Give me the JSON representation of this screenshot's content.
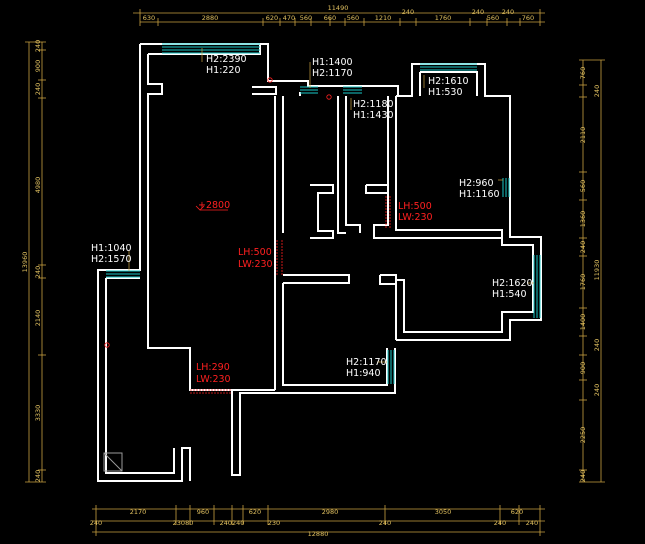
{
  "colors": {
    "background": "#000000",
    "wall": "#ffffff",
    "dimension": "#c8a040",
    "window": "#19c8c8",
    "annotation": "#ff2020"
  },
  "dims": {
    "top_total": "11490",
    "top": [
      "630",
      "2880",
      "620",
      "470",
      "560",
      "660",
      "560",
      "1210",
      "240",
      "1760",
      "240",
      "560",
      "240",
      "760"
    ],
    "bottom_total": "12880",
    "bottom_a": [
      "2170",
      "960",
      "620",
      "2980",
      "3050",
      "620"
    ],
    "bottom_b": [
      "240",
      "23080",
      "240240",
      "230",
      "240",
      "240",
      "240"
    ],
    "left_total": "13960",
    "left": [
      "240",
      "900",
      "240",
      "4980",
      "240",
      "2140",
      "3330",
      "240"
    ],
    "right_total": "11930",
    "right": [
      "760",
      "240",
      "2110",
      "560",
      "1360",
      "240",
      "1760",
      "1400",
      "240",
      "900",
      "240",
      "2250",
      "240"
    ]
  },
  "labels": {
    "w1a": "H2:2390",
    "w1b": "H1:220",
    "w2a": "H1:1400",
    "w2b": "H2:1170",
    "w3a": "H2:1610",
    "w3b": "H1:530",
    "w4a": "H2:1180",
    "w4b": "H1:1430",
    "w5a": "H2:960",
    "w5b": "H1:1160",
    "w6a": "H1:1040",
    "w6b": "H2:1570",
    "w7a": "H2:1620",
    "w7b": "H1:540",
    "w8a": "H2:1170",
    "w8b": "H1:940",
    "level": "+2800",
    "b1a": "LH:500",
    "b1b": "LW:230",
    "b2a": "LH:500",
    "b2b": "LW:230",
    "b3a": "LH:290",
    "b3b": "LW:230"
  }
}
